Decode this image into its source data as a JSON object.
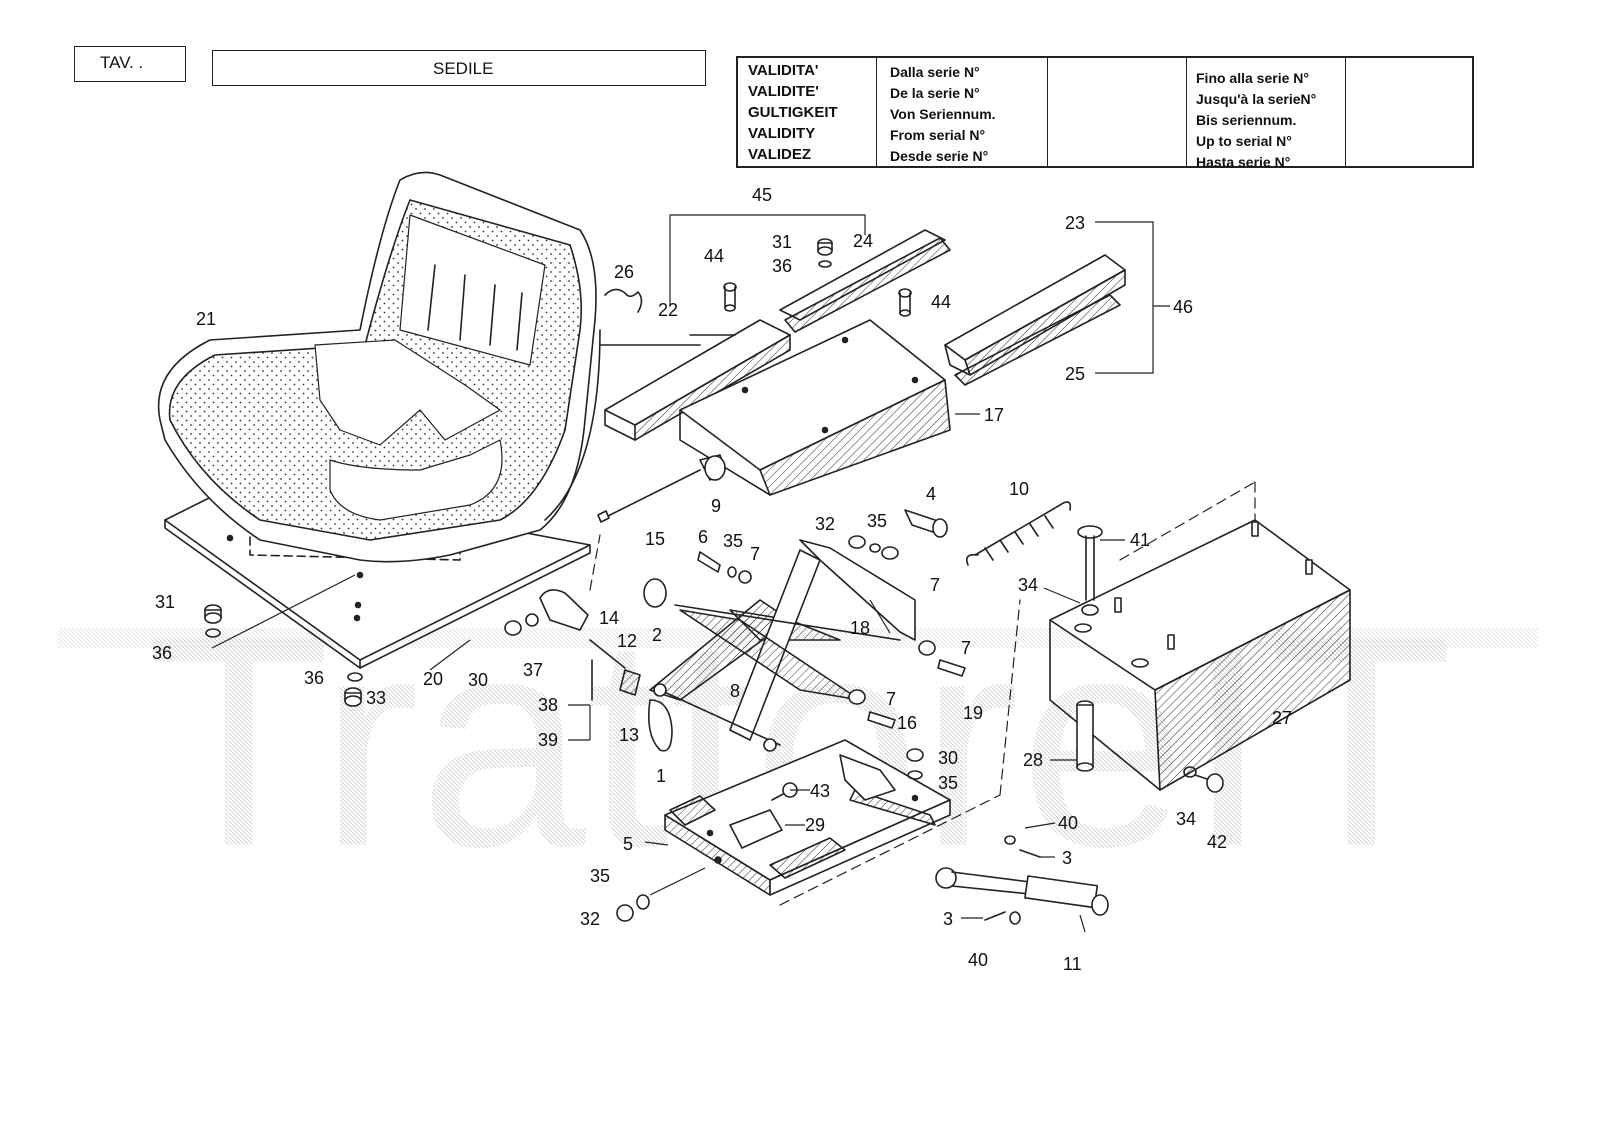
{
  "header": {
    "tav_label": "TAV. .",
    "title": "SEDILE"
  },
  "validity_table": {
    "labels": [
      "VALIDITA'",
      "VALIDITE'",
      "GULTIGKEIT",
      "VALIDITY",
      "VALIDEZ"
    ],
    "from_labels": [
      "Dalla serie N°",
      "De la serie N°",
      "Von  Seriennum.",
      "From serial N°",
      "Desde serie N°"
    ],
    "from_value": "",
    "to_labels": [
      "Fino alla serie N°",
      "Jusqu'à la serieN°",
      "Bis seriennum.",
      "Up to serial N°",
      "Hasta serie N°"
    ],
    "to_value": ""
  },
  "watermark": "TrattoreIT",
  "callouts": [
    "45",
    "31",
    "24",
    "36",
    "26",
    "44",
    "44",
    "22",
    "23",
    "46",
    "25",
    "21",
    "17",
    "9",
    "15",
    "10",
    "4",
    "6",
    "35",
    "7",
    "32",
    "35",
    "41",
    "34",
    "7",
    "2",
    "18",
    "31",
    "14",
    "12",
    "36",
    "30",
    "37",
    "7",
    "8",
    "19",
    "20",
    "36",
    "33",
    "38",
    "39",
    "13",
    "7",
    "16",
    "27",
    "1",
    "30",
    "35",
    "28",
    "43",
    "29",
    "40",
    "5",
    "3",
    "34",
    "42",
    "35",
    "32",
    "3",
    "40",
    "11"
  ]
}
